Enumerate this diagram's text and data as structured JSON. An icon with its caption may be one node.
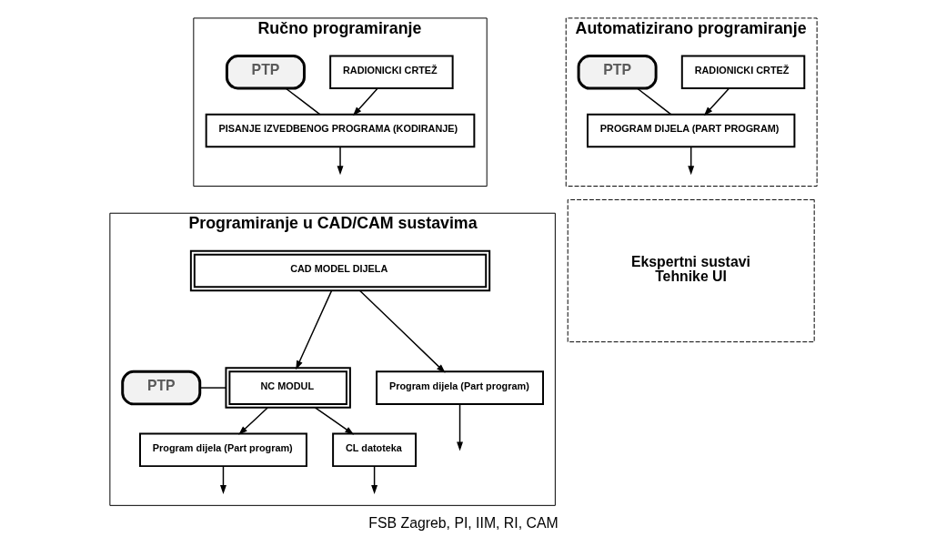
{
  "diagram": {
    "caption": "FSB Zagreb, PI, IIM, RI, CAM",
    "nodes": [
      {
        "text": [
          "Ručno programiranje"
        ]
      },
      {
        "text": [
          "RADIONICKI CRTEŽ"
        ],
        "in": 0
      },
      {
        "text": [
          "PTP"
        ],
        "in": 0
      },
      {
        "text": [
          "PISANJE IZVEDBENOG PROGRAMA (KODIRANJE)"
        ],
        "in": 0
      },
      {
        "text": [
          "Automatizirano programiranje"
        ]
      },
      {
        "text": [
          "RADIONICKI CRTEŽ"
        ],
        "in": 4
      },
      {
        "text": [
          "PTP"
        ],
        "in": 4
      },
      {
        "text": [
          "PROGRAM DIJELA (PART PROGRAM)"
        ],
        "in": 4
      },
      {
        "text": [
          "Programiranje u CAD/CAM sustavima"
        ]
      },
      {
        "text": [
          "CAD MODEL DIJELA"
        ],
        "in": 8
      },
      {
        "text": [
          "PTP"
        ],
        "in": 8
      },
      {
        "text": [
          "NC MODUL"
        ],
        "in": 8
      },
      {
        "text": [
          "Program dijela (Part program)"
        ],
        "in": 8
      },
      {
        "text": [
          "Program dijela (Part program)"
        ],
        "in": 8
      },
      {
        "text": [
          "CL datoteka"
        ],
        "in": 8
      },
      {
        "text": [
          "Ekspertni sustavi",
          "Tehnike UI"
        ]
      }
    ],
    "edges": [
      {
        "from": 1,
        "to": 3,
        "arrow": "to"
      },
      {
        "from": 2,
        "to": 3,
        "arrow": "none"
      },
      {
        "from": 3,
        "to": null,
        "arrow": "to"
      },
      {
        "from": 5,
        "to": 7,
        "arrow": "to"
      },
      {
        "from": 6,
        "to": 7,
        "arrow": "none"
      },
      {
        "from": 7,
        "to": null,
        "arrow": "to"
      },
      {
        "from": 9,
        "to": 12,
        "arrow": "to"
      },
      {
        "from": 9,
        "to": 11,
        "arrow": "to"
      },
      {
        "from": 10,
        "to": 11,
        "arrow": "none"
      },
      {
        "from": 11,
        "to": 13,
        "arrow": "to"
      },
      {
        "from": 11,
        "to": 14,
        "arrow": "to"
      },
      {
        "from": 12,
        "to": null,
        "arrow": "to"
      },
      {
        "from": 13,
        "to": null,
        "arrow": "to"
      },
      {
        "from": 14,
        "to": null,
        "arrow": "to"
      }
    ]
  }
}
